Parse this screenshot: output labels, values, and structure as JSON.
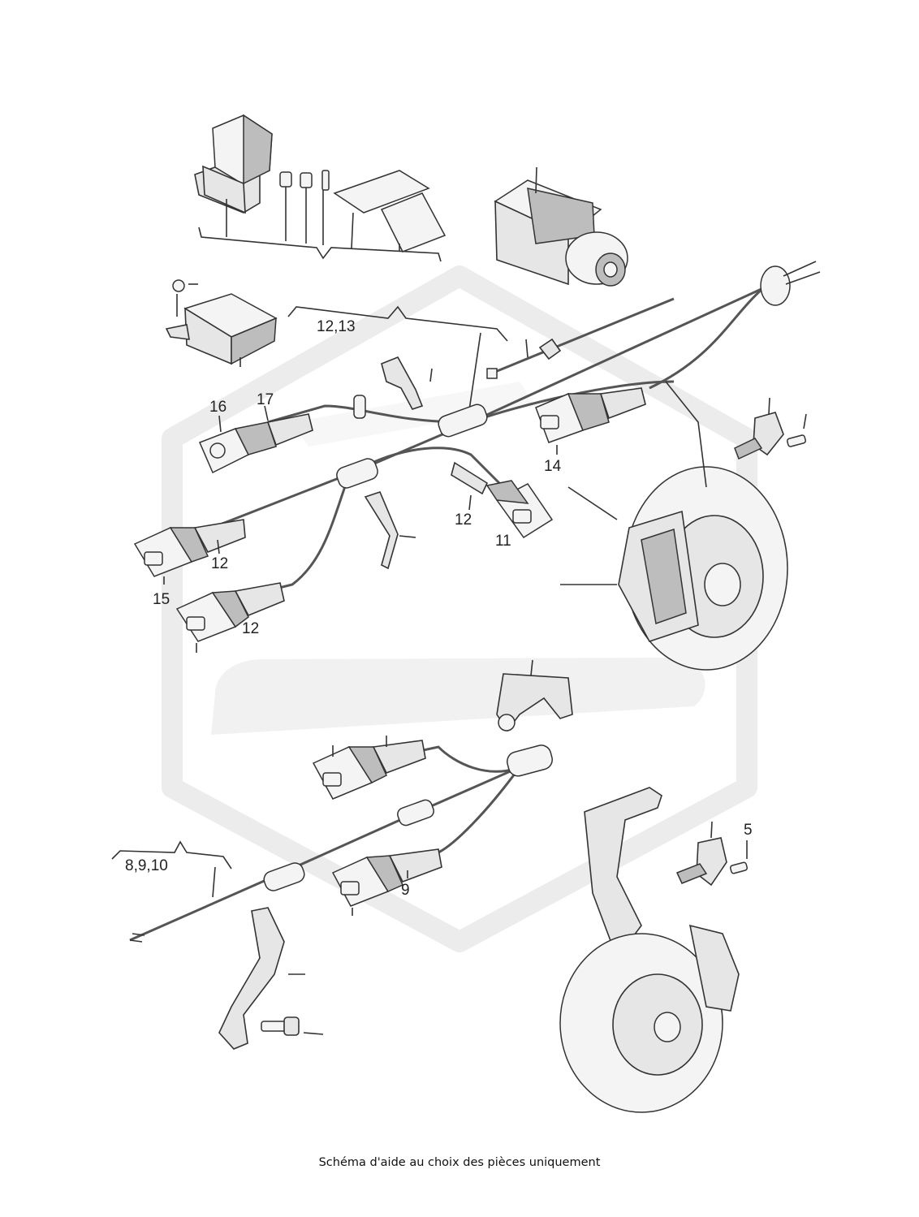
{
  "caption": "Schéma d'aide au choix des pièces uniquement",
  "callouts": {
    "c_12_13": "12,13",
    "c_16": "16",
    "c_17": "17",
    "c_14": "14",
    "c_12a": "12",
    "c_11": "11",
    "c_12b": "12",
    "c_15": "15",
    "c_12c": "12",
    "c_5": "5",
    "c_8_9_10": "8,9,10",
    "c_9": "9"
  },
  "colors": {
    "line": "#333333",
    "part": "#e6e6e6",
    "watermark": "#ececec"
  }
}
